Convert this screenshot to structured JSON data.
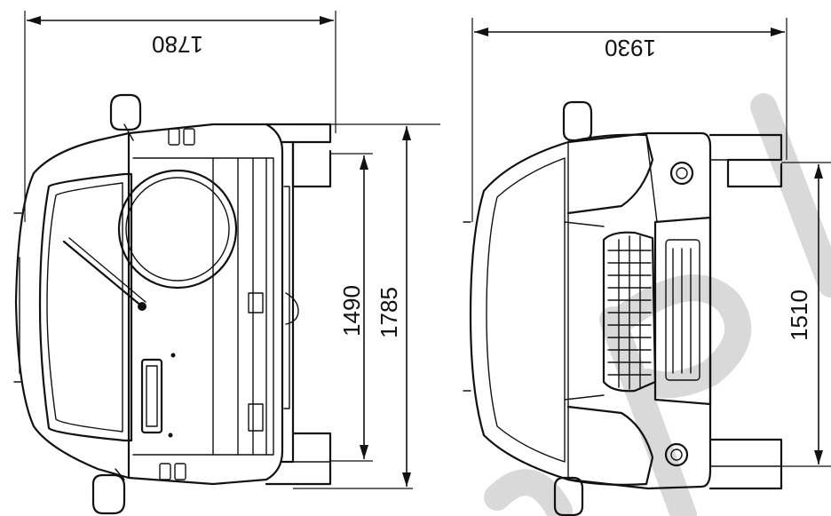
{
  "drawings": {
    "rear_view": {
      "width_label": "1780",
      "inner_height_label": "1490",
      "outer_height_label": "1785"
    },
    "front_view": {
      "width_label": "1930",
      "height_label": "1510"
    }
  },
  "colors": {
    "line": "#111111",
    "watermark": "#d9d9d9",
    "background": "#ffffff"
  }
}
